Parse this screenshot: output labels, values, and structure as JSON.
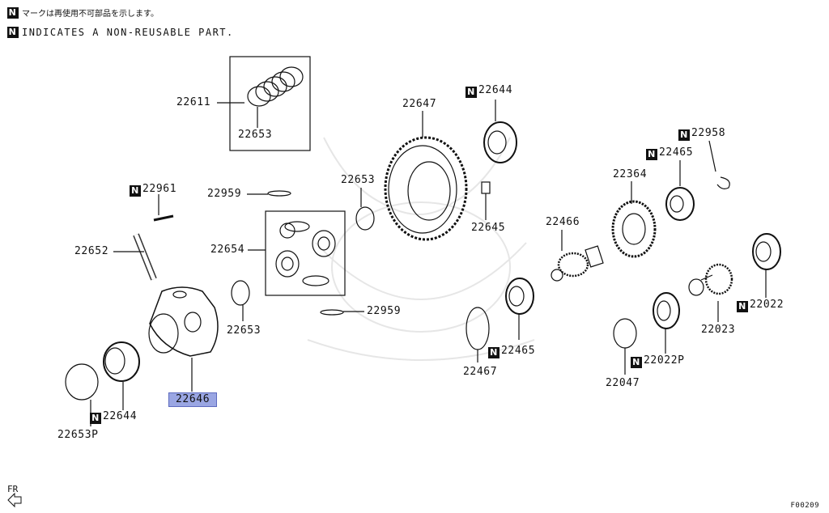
{
  "legend": {
    "badge": "N",
    "japanese": "マークは再使用不可部品を示します。",
    "english": "INDICATES A NON-REUSABLE PART."
  },
  "parts": [
    {
      "id": "p22611",
      "num": "22611",
      "nonreusable": false
    },
    {
      "id": "p22653a",
      "num": "22653",
      "nonreusable": false
    },
    {
      "id": "p22647",
      "num": "22647",
      "nonreusable": false
    },
    {
      "id": "p22644a",
      "num": "22644",
      "nonreusable": true
    },
    {
      "id": "p22958",
      "num": "22958",
      "nonreusable": true
    },
    {
      "id": "p22465a",
      "num": "22465",
      "nonreusable": true
    },
    {
      "id": "p22961",
      "num": "22961",
      "nonreusable": true
    },
    {
      "id": "p22959a",
      "num": "22959",
      "nonreusable": false
    },
    {
      "id": "p22653b",
      "num": "22653",
      "nonreusable": false
    },
    {
      "id": "p22364",
      "num": "22364",
      "nonreusable": false
    },
    {
      "id": "p22645",
      "num": "22645",
      "nonreusable": false
    },
    {
      "id": "p22466",
      "num": "22466",
      "nonreusable": false
    },
    {
      "id": "p22652",
      "num": "22652",
      "nonreusable": false
    },
    {
      "id": "p22654",
      "num": "22654",
      "nonreusable": false
    },
    {
      "id": "p22959b",
      "num": "22959",
      "nonreusable": false
    },
    {
      "id": "p22653c",
      "num": "22653",
      "nonreusable": false
    },
    {
      "id": "p22022",
      "num": "22022",
      "nonreusable": true
    },
    {
      "id": "p22023",
      "num": "22023",
      "nonreusable": false
    },
    {
      "id": "p22465b",
      "num": "22465",
      "nonreusable": true
    },
    {
      "id": "p22467",
      "num": "22467",
      "nonreusable": false
    },
    {
      "id": "p22022P",
      "num": "22022P",
      "nonreusable": true
    },
    {
      "id": "p22047",
      "num": "22047",
      "nonreusable": false
    },
    {
      "id": "p22646",
      "num": "22646",
      "nonreusable": false,
      "highlighted": true
    },
    {
      "id": "p22644b",
      "num": "22644",
      "nonreusable": true
    },
    {
      "id": "p22653P",
      "num": "22653P",
      "nonreusable": false
    }
  ],
  "direction_label": "FR",
  "figure_code": "F00209",
  "colors": {
    "highlight": "#9aa6e3",
    "line": "#111111"
  }
}
